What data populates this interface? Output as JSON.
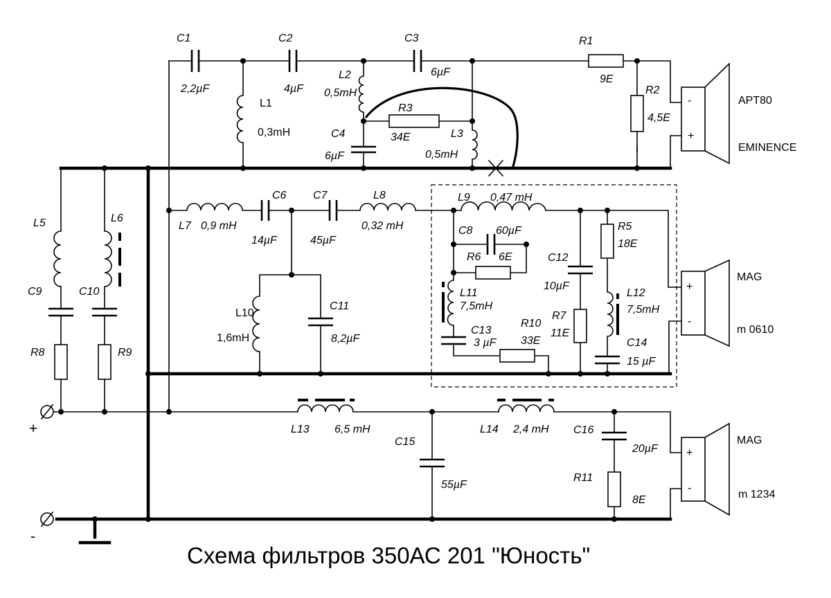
{
  "title": "Схема фильтров 350АС 201 \"Юность\"",
  "terminals": {
    "plus": "+",
    "minus": "-"
  },
  "speakers": {
    "tweeter": {
      "line1": "APT80",
      "line2": "EMINENCE",
      "pol_top": "-",
      "pol_bottom": "+"
    },
    "mid": {
      "line1": "MAG",
      "line2": "m 0610",
      "pol_top": "+",
      "pol_bottom": "-"
    },
    "woofer": {
      "line1": "MAG",
      "line2": "m 1234",
      "pol_top": "+",
      "pol_bottom": "-"
    }
  },
  "components": {
    "C1": {
      "ref": "C1",
      "value": "2,2µF"
    },
    "C2": {
      "ref": "C2",
      "value": "4µF"
    },
    "C3": {
      "ref": "C3",
      "value": "6µF"
    },
    "C4": {
      "ref": "C4",
      "value": "6µF"
    },
    "C6": {
      "ref": "C6",
      "value": "14µF"
    },
    "C7": {
      "ref": "C7",
      "value": "45µF"
    },
    "C8": {
      "ref": "C8",
      "value": "60µF"
    },
    "C9": {
      "ref": "C9",
      "value": ""
    },
    "C10": {
      "ref": "C10",
      "value": ""
    },
    "C11": {
      "ref": "C11",
      "value": "8,2µF"
    },
    "C12": {
      "ref": "C12",
      "value": "10µF"
    },
    "C13": {
      "ref": "C13",
      "value": "3 µF"
    },
    "C14": {
      "ref": "C14",
      "value": "15 µF"
    },
    "C15": {
      "ref": "C15",
      "value": "55µF"
    },
    "C16": {
      "ref": "C16",
      "value": "20µF"
    },
    "L1": {
      "ref": "L1",
      "value": "0,3mH"
    },
    "L2": {
      "ref": "L2",
      "value": "0,5mH"
    },
    "L3": {
      "ref": "L3",
      "value": "0,5mH"
    },
    "L5": {
      "ref": "L5",
      "value": ""
    },
    "L6": {
      "ref": "L6",
      "value": ""
    },
    "L7": {
      "ref": "L7",
      "value": "0,9 mH"
    },
    "L8": {
      "ref": "L8",
      "value": "0,32 mH"
    },
    "L9": {
      "ref": "L9",
      "value": "0,47 mH"
    },
    "L10": {
      "ref": "L10",
      "value": "1,6mH"
    },
    "L11": {
      "ref": "L11",
      "value": "7,5mH"
    },
    "L12": {
      "ref": "L12",
      "value": "7,5mH"
    },
    "L13": {
      "ref": "L13",
      "value": "6,5 mH"
    },
    "L14": {
      "ref": "L14",
      "value": "2,4 mH"
    },
    "R1": {
      "ref": "R1",
      "value": "9E"
    },
    "R2": {
      "ref": "R2",
      "value": "4,5E"
    },
    "R3": {
      "ref": "R3",
      "value": "34E"
    },
    "R5": {
      "ref": "R5",
      "value": "18E"
    },
    "R6": {
      "ref": "R6",
      "value": "6E"
    },
    "R7": {
      "ref": "R7",
      "value": "11E"
    },
    "R8": {
      "ref": "R8",
      "value": ""
    },
    "R9": {
      "ref": "R9",
      "value": ""
    },
    "R10": {
      "ref": "R10",
      "value": "33E"
    },
    "R11": {
      "ref": "R11",
      "value": "8E"
    }
  }
}
